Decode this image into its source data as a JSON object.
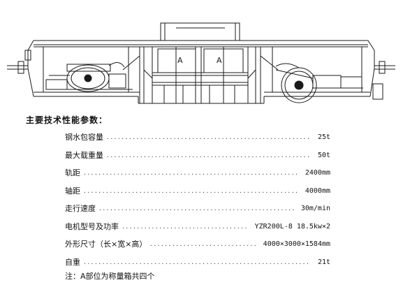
{
  "drawing": {
    "section_labels": [
      "A",
      "A"
    ]
  },
  "heading": "主要技术性能参数：",
  "specs": [
    {
      "name": "钢水包容量",
      "value": "25t"
    },
    {
      "name": "最大载重量",
      "value": "50t"
    },
    {
      "name": "轨距",
      "value": "2400mm"
    },
    {
      "name": "轴距",
      "value": "4000mm"
    },
    {
      "name": "走行速度",
      "value": "30m/min"
    },
    {
      "name": "电机型号及功率",
      "value": "YZR200L-8 18.5kw×2"
    },
    {
      "name": "外形尺寸（长×宽×高）",
      "value": "4000×3000×1584mm"
    },
    {
      "name": "自重",
      "value": "21t"
    }
  ],
  "note": "注：A部位为称量箱共四个",
  "colors": {
    "line": "#1a1a1a",
    "text": "#111111",
    "background": "#ffffff"
  }
}
